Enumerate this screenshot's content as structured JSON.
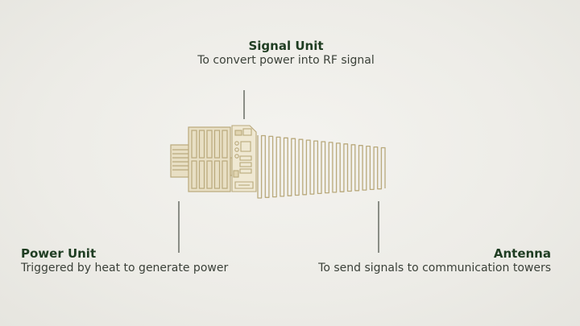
{
  "signal_unit": {
    "title": "Signal Unit",
    "description": "To convert power into RF signal"
  },
  "power_unit": {
    "title": "Power Unit",
    "description": "Triggered by heat to generate power"
  },
  "antenna": {
    "title": "Antenna",
    "description": "To send signals to communication towers"
  },
  "colors": {
    "background": "#edece7",
    "chip_line": "#b9a97c",
    "chip_fill": "#e8dfc4",
    "title_text": "#1f3d22",
    "leader_line": "#8a8d86"
  }
}
